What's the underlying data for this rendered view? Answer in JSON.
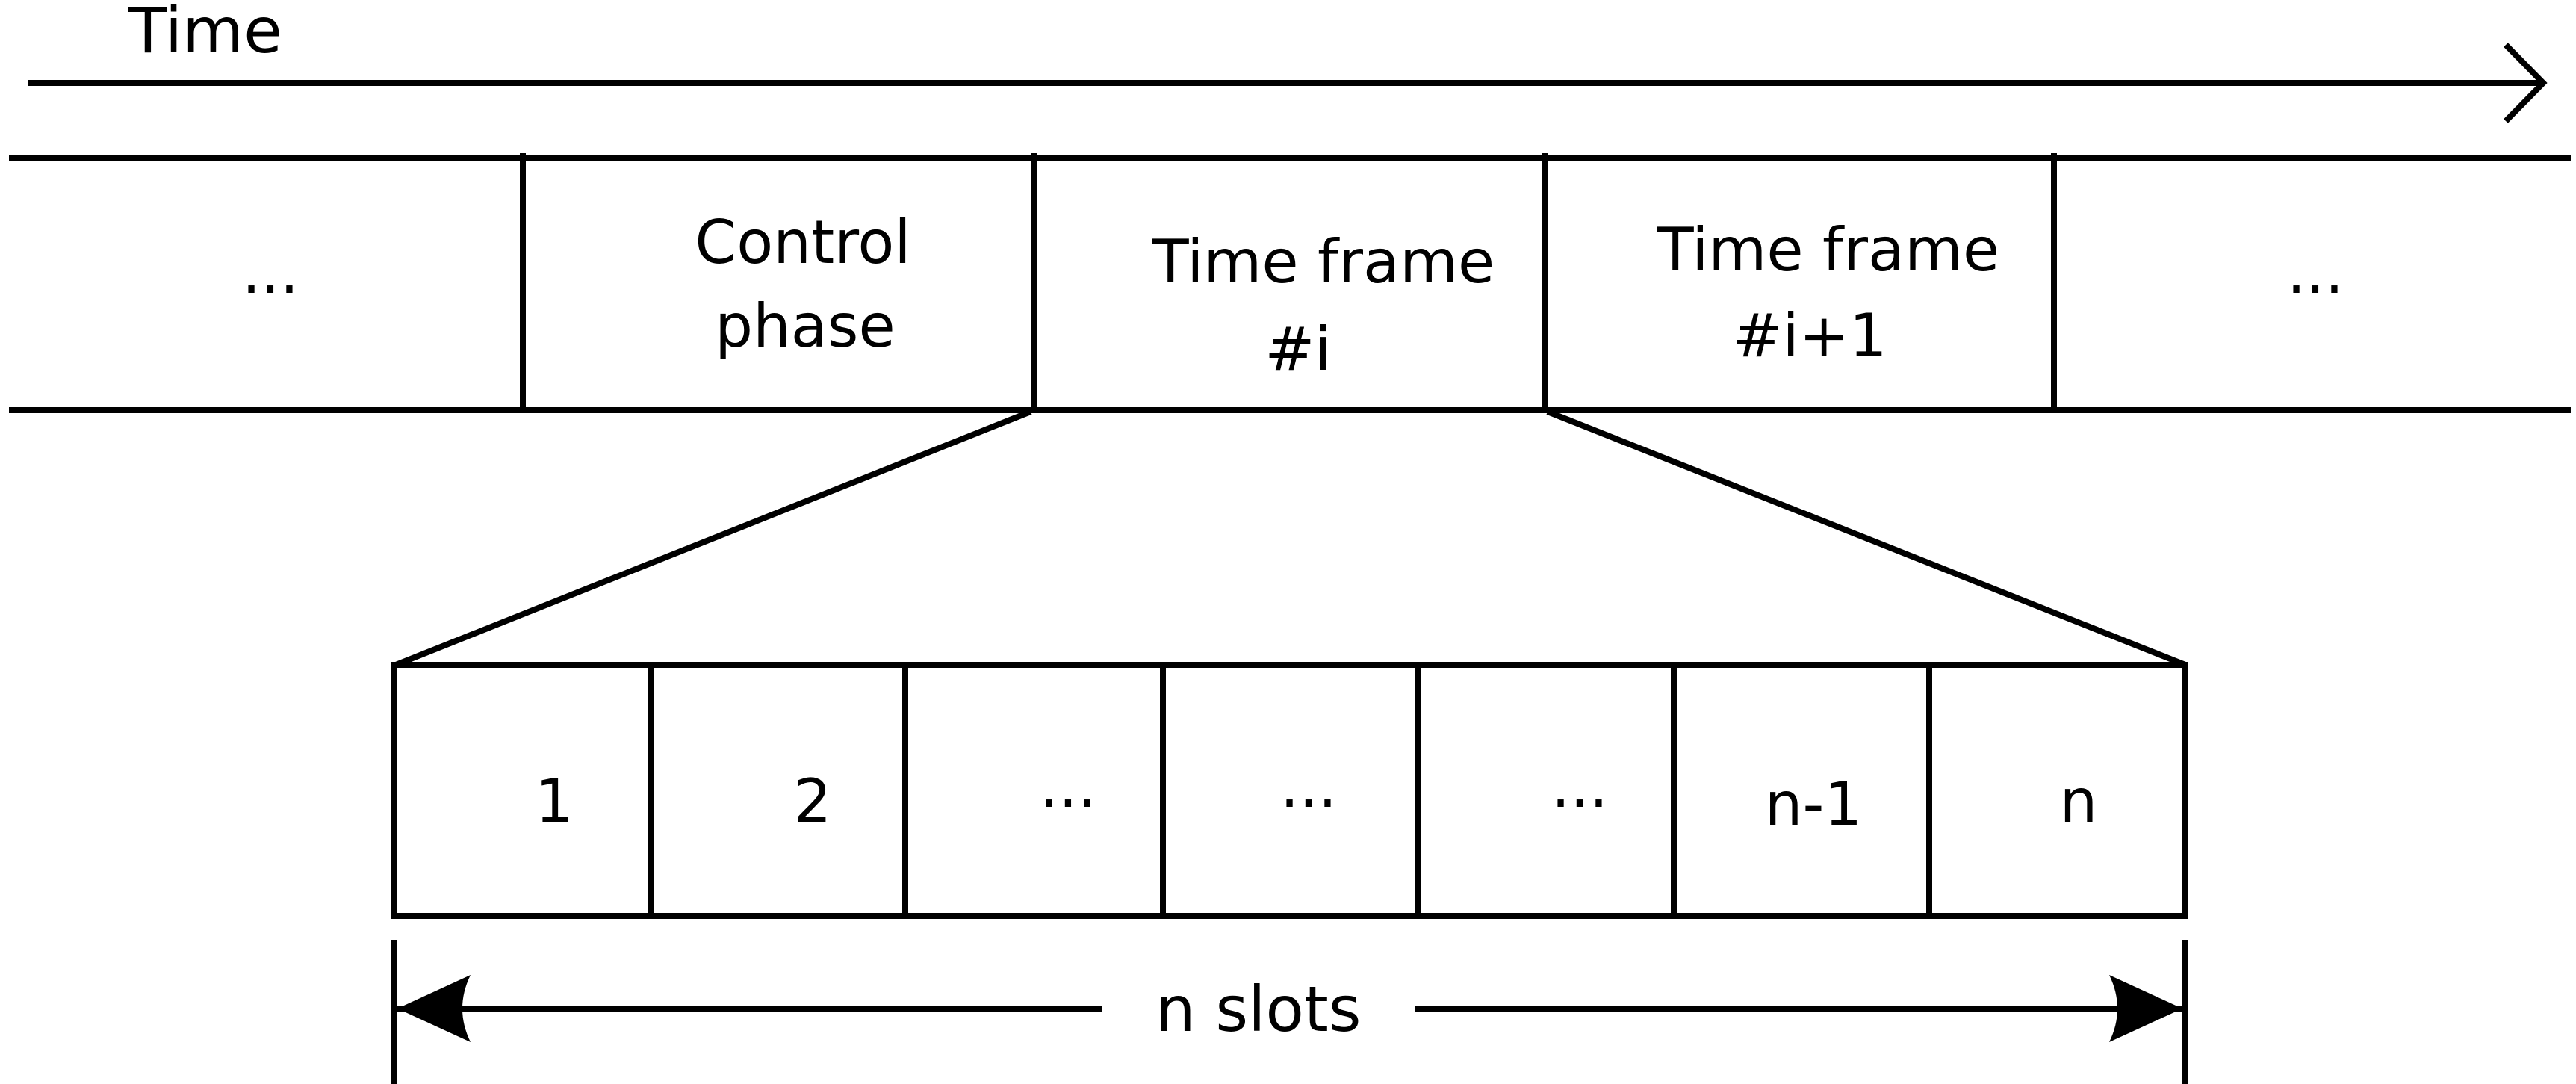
{
  "time_axis": {
    "label": "Time"
  },
  "top_row": {
    "cells": [
      {
        "lines": [
          "..."
        ]
      },
      {
        "lines": [
          "Control",
          "phase"
        ]
      },
      {
        "lines": [
          "Time frame",
          "#i"
        ]
      },
      {
        "lines": [
          "Time frame",
          "#i+1"
        ]
      },
      {
        "lines": [
          "..."
        ]
      }
    ]
  },
  "slot_row": {
    "cells": [
      "1",
      "2",
      "...",
      "...",
      "...",
      "n-1",
      "n"
    ]
  },
  "span": {
    "label": "n slots"
  },
  "colors": {
    "stroke": "#000000",
    "background": "#ffffff"
  }
}
